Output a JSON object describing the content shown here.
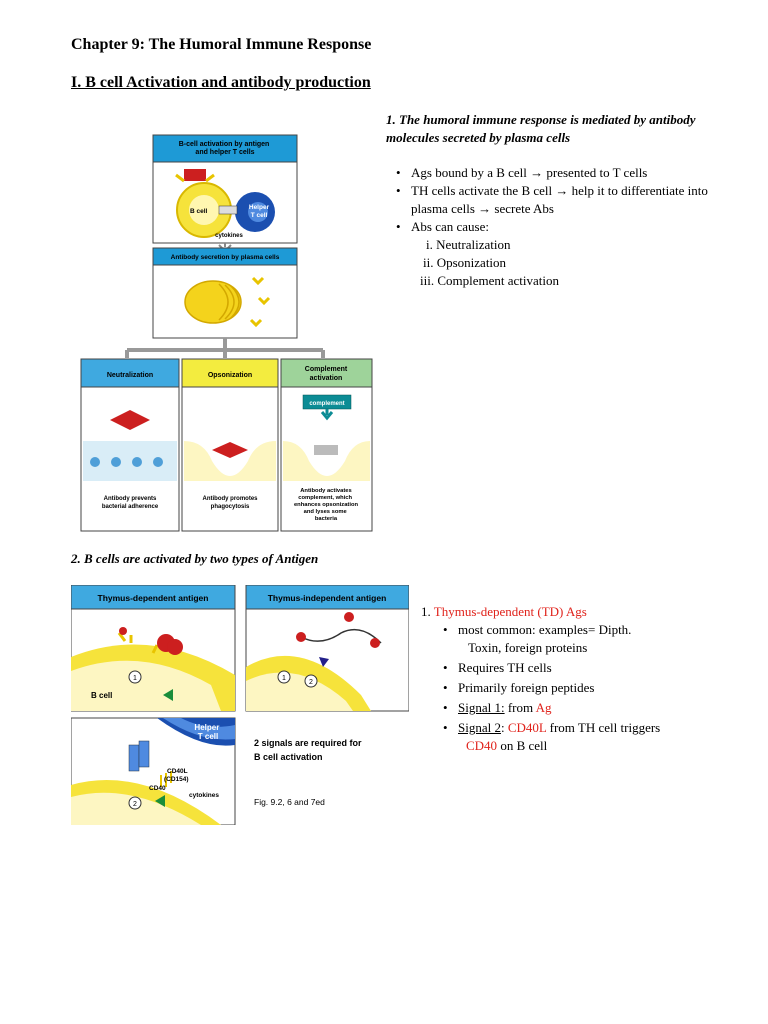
{
  "header": {
    "chapter_title": "Chapter 9: The Humoral Immune Response",
    "section_title": "I. B cell Activation and antibody production"
  },
  "part1": {
    "heading": "1. The humoral immune response is mediated by antibody molecules secreted by plasma cells",
    "bullets": [
      "Ags bound by a B cell → presented to T cells",
      "TH cells activate the B cell → help it to differentiate into plasma cells → secrete Abs",
      "Abs can cause:"
    ],
    "roman_items": [
      "i. Neutralization",
      "ii. Opsonization",
      "iii. Complement activation"
    ],
    "figure": {
      "top_title": "B-cell activation by antigen and helper T cells",
      "b_cell_label": "B cell",
      "helper_label": "Helper T cell",
      "cytokines_label": "cytokines",
      "secretion_title": "Antibody secretion by plasma cells",
      "panels": [
        {
          "title": "Neutralization",
          "caption": "Antibody prevents bacterial adherence",
          "color": "#3fa9e0"
        },
        {
          "title": "Opsonization",
          "caption": "Antibody promotes phagocytosis",
          "color": "#f3ec3f"
        },
        {
          "title": "Complement activation",
          "caption": "Antibody activates complement, which enhances opsonization and lyses some bacteria",
          "color": "#9ed39a"
        }
      ],
      "complement_label": "complement"
    }
  },
  "part2": {
    "heading": "2. B cells are activated by two types of Antigen",
    "td_prefix": "1. ",
    "td_title": "Thymus-dependent (TD) Ags",
    "bullets": {
      "b1_line1": "most common: examples= Dipth.",
      "b1_line2": "Toxin, foreign proteins",
      "b2": "Requires TH cells",
      "b3": "Primarily foreign peptides",
      "b4_label": "Signal 1:",
      "b4_text": " from ",
      "b4_red": "Ag",
      "b5_label": "Signal 2",
      "b5_colon": ": ",
      "b5_red1": "CD40L",
      "b5_text": " from TH cell triggers",
      "b5_red2": "CD40",
      "b5_text2": " on B cell"
    },
    "figure": {
      "td_title": "Thymus-dependent antigen",
      "ti_title": "Thymus-independent antigen",
      "b_cell_label": "B cell",
      "helper_label_1": "Helper",
      "helper_label_2": "T cell",
      "cd40l_label": "CD40L",
      "cd154_label": "(CD154)",
      "cd40_label": "CD40",
      "cytokines_label": "cytokines",
      "signal1": "1",
      "signal2": "2",
      "two_signals_1": "2 signals are required for",
      "two_signals_2": "B cell activation",
      "fig_ref": "Fig. 9.2, 6 and 7ed"
    }
  }
}
